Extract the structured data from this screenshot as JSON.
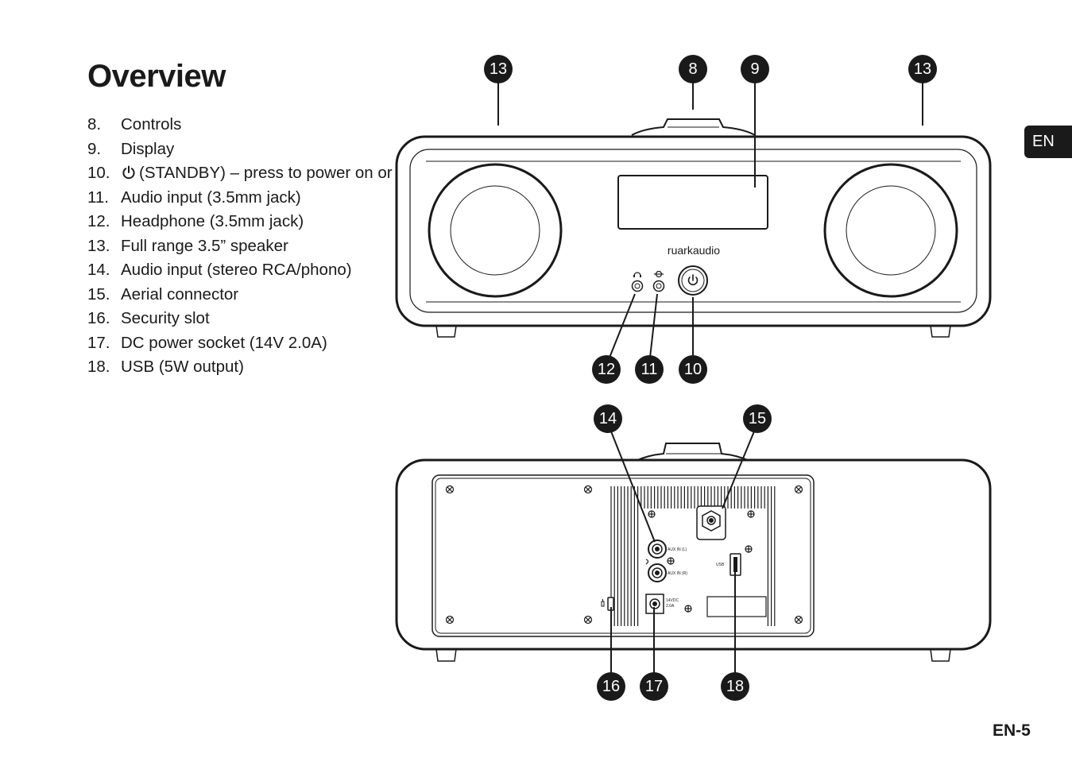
{
  "page": {
    "title": "Overview",
    "language_tab": "EN",
    "page_number": "EN-5"
  },
  "items": [
    {
      "num": "8.",
      "text": "Controls"
    },
    {
      "num": "9.",
      "text": "Display"
    },
    {
      "num": "10.",
      "text": "(STANDBY) – press to power on or off the radio.",
      "icon": "power-icon"
    },
    {
      "num": "11.",
      "text": "Audio input (3.5mm jack)"
    },
    {
      "num": "12.",
      "text": "Headphone (3.5mm jack)"
    },
    {
      "num": "13.",
      "text": "Full range 3.5” speaker"
    },
    {
      "num": "14.",
      "text": "Audio input (stereo RCA/phono)"
    },
    {
      "num": "15.",
      "text": "Aerial connector"
    },
    {
      "num": "16.",
      "text": "Security slot"
    },
    {
      "num": "17.",
      "text": "DC power socket (14V 2.0A)"
    },
    {
      "num": "18.",
      "text": "USB (5W output)"
    }
  ],
  "front_view": {
    "brand": "ruarkaudio",
    "callouts": {
      "speaker_left": "13",
      "controls": "8",
      "display": "9",
      "speaker_right": "13",
      "headphone": "12",
      "audio_in": "11",
      "standby": "10"
    }
  },
  "rear_view": {
    "callouts": {
      "rca": "14",
      "aerial": "15",
      "security": "16",
      "dc": "17",
      "usb": "18"
    },
    "labels": {
      "aux_l": "AUX IN (L)",
      "aux_r": "AUX IN (R)",
      "usb": "USB",
      "dc_line1": "14VDC",
      "dc_line2": "2.0A"
    }
  }
}
